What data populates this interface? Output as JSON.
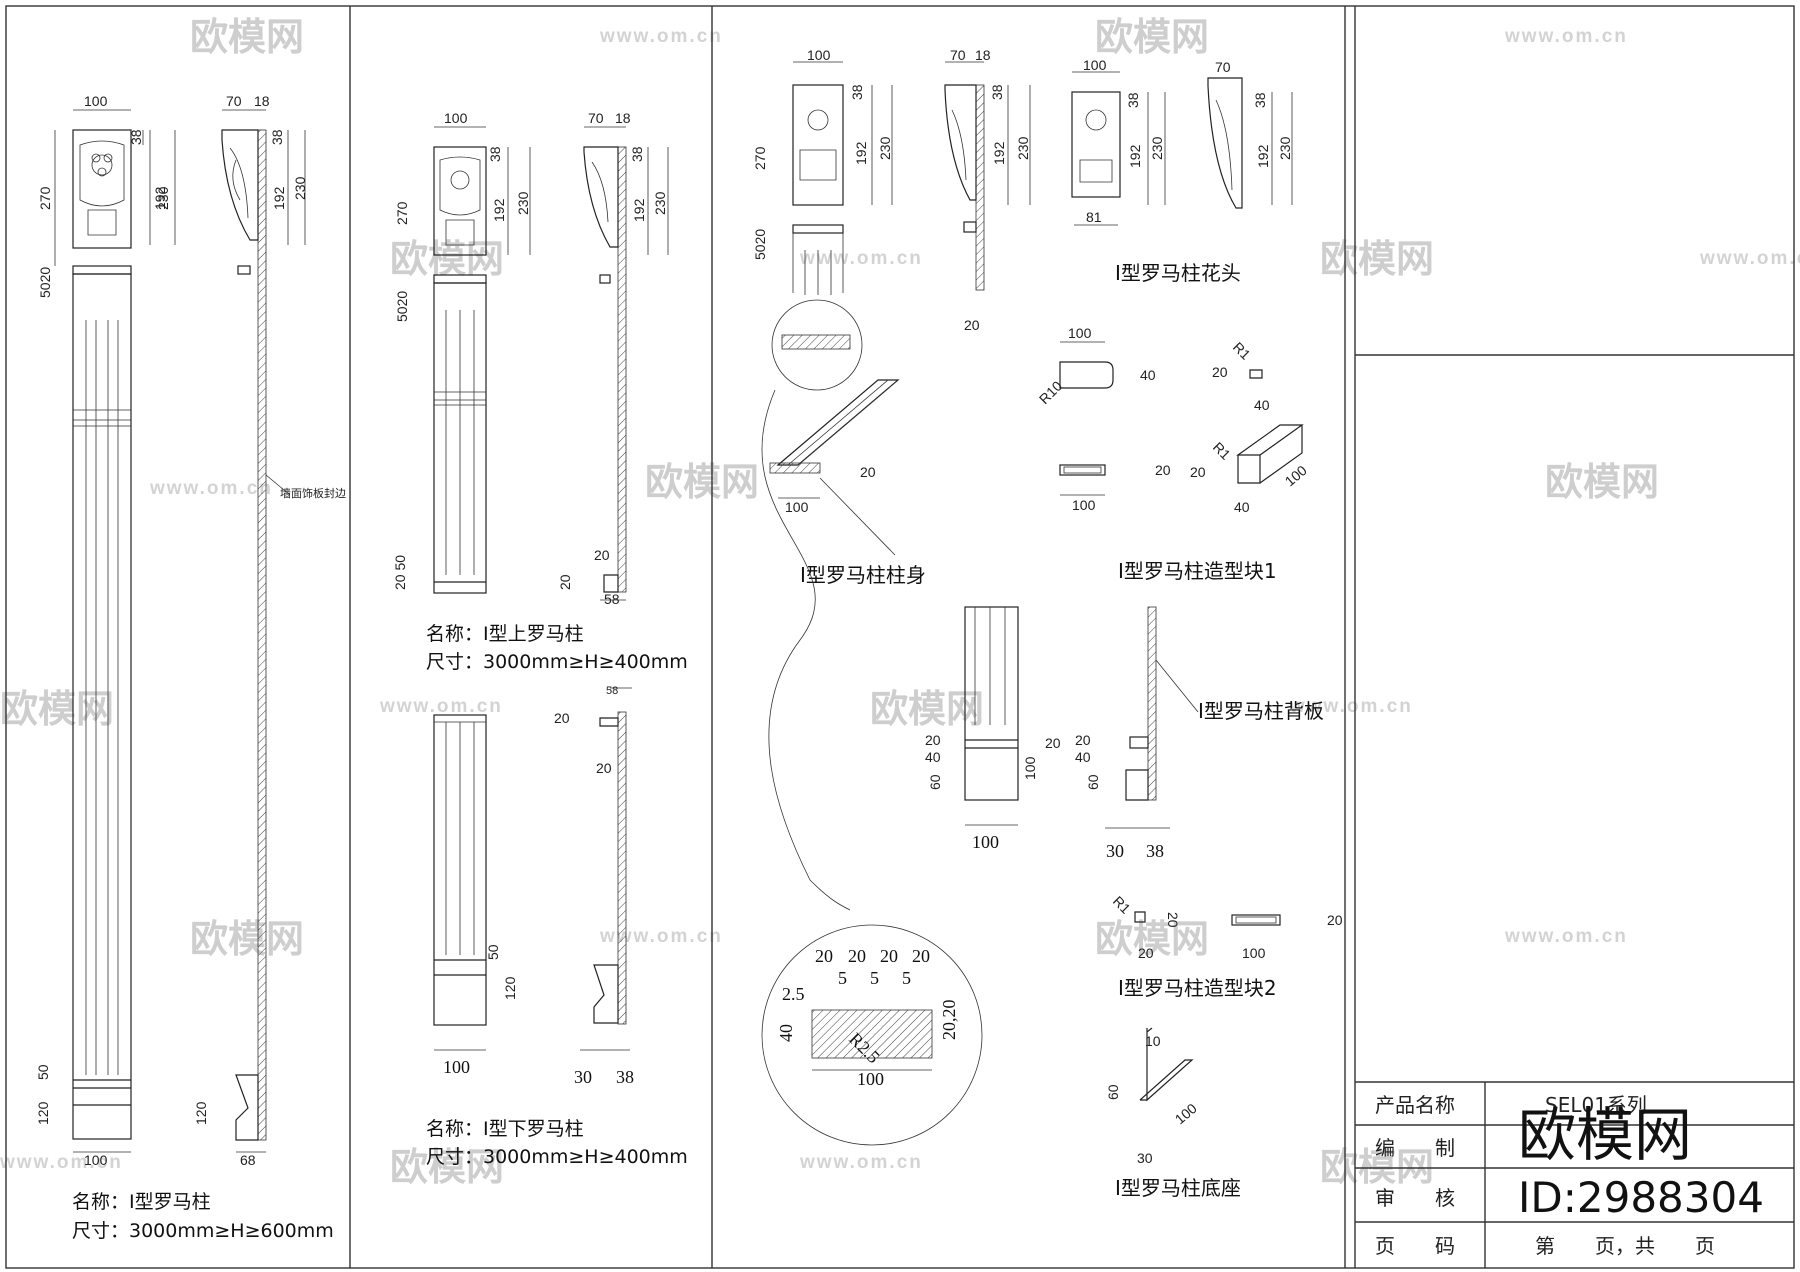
{
  "watermark": {
    "brand": "欧模网",
    "url": "www.om.cn"
  },
  "stamp": {
    "brand": "欧模网",
    "id": "ID:2988304"
  },
  "title_block": {
    "product_name_label": "产品名称",
    "product_name_value": "SEL01系列",
    "editor_label": "编　　制",
    "reviewer_label": "审　　核",
    "page_label": "页　　码",
    "page_value": "第　　页，共　　页"
  },
  "panel1": {
    "name": "名称：Ⅰ型罗马柱",
    "size": "尺寸：3000mm≥H≥600mm",
    "note": "墙面饰板封边"
  },
  "panel2": {
    "upper_name": "名称：Ⅰ型上罗马柱",
    "upper_size": "尺寸：3000mm≥H≥400mm",
    "lower_name": "名称：Ⅰ型下罗马柱",
    "lower_size": "尺寸：3000mm≥H≥400mm"
  },
  "panel3": {
    "capital": "Ⅰ型罗马柱花头",
    "shaft": "Ⅰ型罗马柱柱身",
    "block1": "Ⅰ型罗马柱造型块1",
    "backboard": "Ⅰ型罗马柱背板",
    "block2": "Ⅰ型罗马柱造型块2",
    "base": "Ⅰ型罗马柱底座"
  },
  "dims": {
    "d100": "100",
    "d70": "70",
    "d18": "18",
    "d38": "38",
    "d192": "192",
    "d230": "230",
    "d270": "270",
    "d50": "50",
    "d20": "20",
    "d120": "120",
    "d68": "68",
    "d58": "58",
    "d30": "30",
    "d40": "40",
    "d60": "60",
    "d81": "81",
    "d10": "10",
    "d5": "5",
    "d2_5": "2.5",
    "r10": "R10",
    "r1": "R1",
    "r2_5": "R2.5",
    "d2050": "20 50"
  }
}
